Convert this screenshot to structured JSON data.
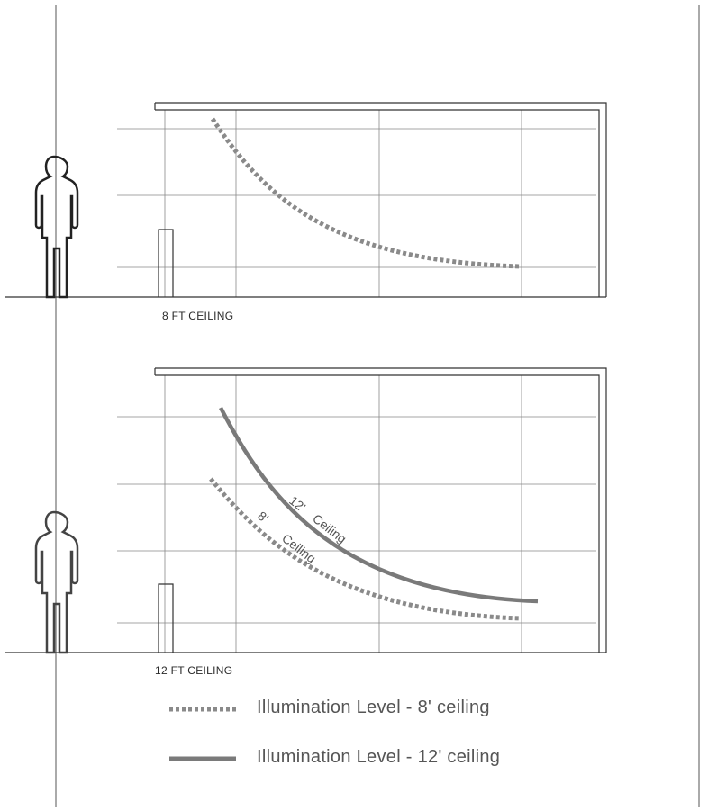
{
  "sections": {
    "top": {
      "title": "8 FT CEILING"
    },
    "bottom": {
      "title": "12 FT CEILING",
      "curve_labels": {
        "twelve_ft": "12'",
        "twelve_word": "Ceiling",
        "eight_ft": "8'",
        "eight_word": "Ceiling"
      }
    }
  },
  "legend": {
    "items": [
      {
        "label": "Illumination Level - 8' ceiling",
        "style": "dotted"
      },
      {
        "label": "Illumination Level - 12' ceiling",
        "style": "solid"
      }
    ]
  },
  "colors": {
    "line": "#333333",
    "grid": "#888888",
    "curve": "#7a7a7a",
    "dots": "#8a8a8a"
  }
}
